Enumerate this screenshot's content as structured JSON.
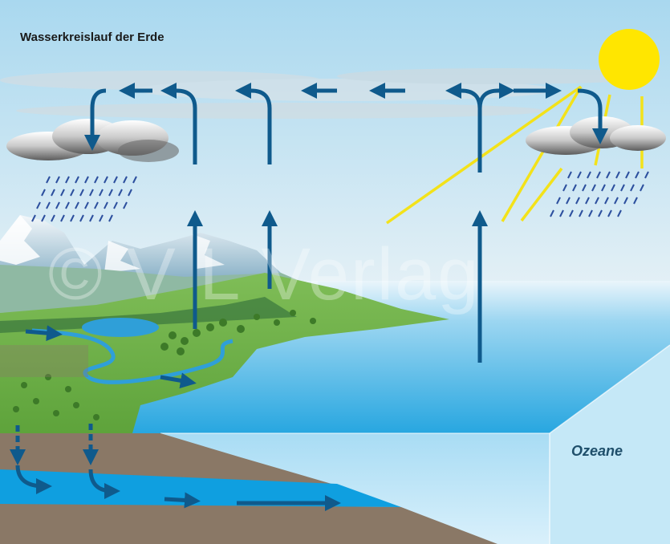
{
  "title": "Wasserkreislauf der Erde",
  "ocean_label": "Ozeane",
  "watermark": "© V L Verlag",
  "colors": {
    "sky_top": "#a9d8ef",
    "sun": "#ffe600",
    "arrow": "#0f5a8c",
    "ocean": "#2aa6df",
    "groundwater": "#0f9fe0",
    "soil": "#8a7866",
    "land": "#6db548"
  }
}
